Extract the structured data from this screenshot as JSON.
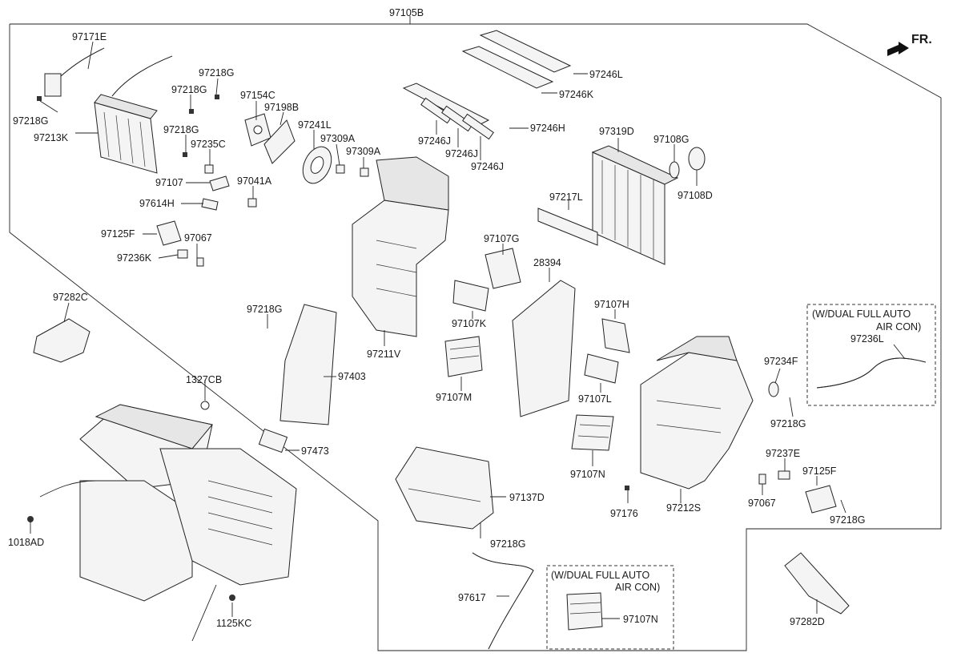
{
  "labels": {
    "assy": "97105B",
    "fr": "FR.",
    "p97171E": "97171E",
    "p97218G_a": "97218G",
    "p97213K": "97213K",
    "p97218G_b": "97218G",
    "p97218G_c": "97218G",
    "p97154C": "97154C",
    "p97198B": "97198B",
    "p97241L": "97241L",
    "p97218G_d": "97218G",
    "p97235C": "97235C",
    "p97309A_a": "97309A",
    "p97309A_b": "97309A",
    "p97107": "97107",
    "p97041A": "97041A",
    "p97614H": "97614H",
    "p97125F_a": "97125F",
    "p97067_a": "97067",
    "p97236K": "97236K",
    "p97282C": "97282C",
    "p97218G_e": "97218G",
    "p97211V": "97211V",
    "p97403": "97403",
    "p1327CB": "1327CB",
    "p97473": "97473",
    "p1018AD": "1018AD",
    "p1125KC": "1125KC",
    "p97246L": "97246L",
    "p97246K": "97246K",
    "p97246H": "97246H",
    "p97246J_a": "97246J",
    "p97246J_b": "97246J",
    "p97246J_c": "97246J",
    "p97319D": "97319D",
    "p97108G": "97108G",
    "p97108D": "97108D",
    "p97217L": "97217L",
    "p97107G": "97107G",
    "p28394": "28394",
    "p97107K": "97107K",
    "p97107H": "97107H",
    "p97107M": "97107M",
    "p97107L": "97107L",
    "p97107N_a": "97107N",
    "p97176": "97176",
    "p97212S": "97212S",
    "p97234F": "97234F",
    "p97218G_f": "97218G",
    "p97236L": "97236L",
    "p97237E": "97237E",
    "p97125F_b": "97125F",
    "p97067_b": "97067",
    "p97218G_g": "97218G",
    "p97137D": "97137D",
    "p97218G_h": "97218G",
    "p97617": "97617",
    "p97107N_b": "97107N",
    "p97282D": "97282D"
  },
  "notes": {
    "box1_line1": "(W/DUAL FULL AUTO",
    "box1_line2": "AIR CON)",
    "box2_line1": "(W/DUAL FULL AUTO",
    "box2_line2": "AIR CON)"
  },
  "icons": {
    "front_arrow": "front-direction-arrow-icon"
  }
}
